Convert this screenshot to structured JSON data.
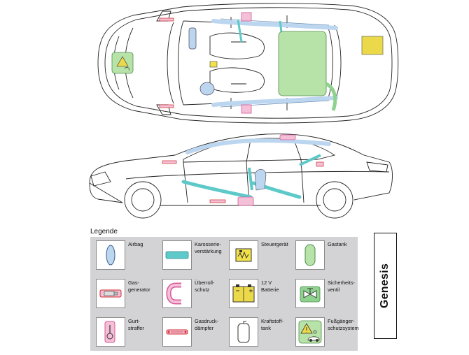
{
  "legend": {
    "title": "Legende",
    "items": [
      {
        "key": "airbag",
        "label": "Airbag"
      },
      {
        "key": "reinforcement",
        "label": "Karosserie-\nverstärkung"
      },
      {
        "key": "controller",
        "label": "Steuergerät"
      },
      {
        "key": "gas-tank",
        "label": "Gastank"
      },
      {
        "key": "gas-generator",
        "label": "Gas-\ngenerator"
      },
      {
        "key": "rollover",
        "label": "Überroll-\nschutz"
      },
      {
        "key": "battery",
        "label": "12 V\nBatterie"
      },
      {
        "key": "safety-valve",
        "label": "Sicherheits-\nventil"
      },
      {
        "key": "belt-tensioner",
        "label": "Gurt-\nstraffer"
      },
      {
        "key": "gas-damper",
        "label": "Gasdruck-\ndämpfer"
      },
      {
        "key": "fuel-tank",
        "label": "Kraftstoff-\ntank"
      },
      {
        "key": "pedestrian",
        "label": "Fußgänger-\nschutzsystem"
      }
    ]
  },
  "brand": "Genesis",
  "colors": {
    "airbag": "#bcd6f0",
    "reinforcement": "#5ec9c9",
    "controller": "#f2e24a",
    "gas_tank": "#b7e3a8",
    "pink": "#d8589a",
    "red": "#d02a2a",
    "battery": "#ecd94a",
    "valve_green": "#8ed28e",
    "line": "#222222"
  },
  "icons": [
    "airbag-icon",
    "reinforcement-icon",
    "controller-icon",
    "gas-tank-icon",
    "gas-generator-icon",
    "rollover-icon",
    "battery-icon",
    "safety-valve-icon",
    "belt-tensioner-icon",
    "gas-damper-icon",
    "fuel-tank-icon",
    "pedestrian-protection-icon"
  ]
}
